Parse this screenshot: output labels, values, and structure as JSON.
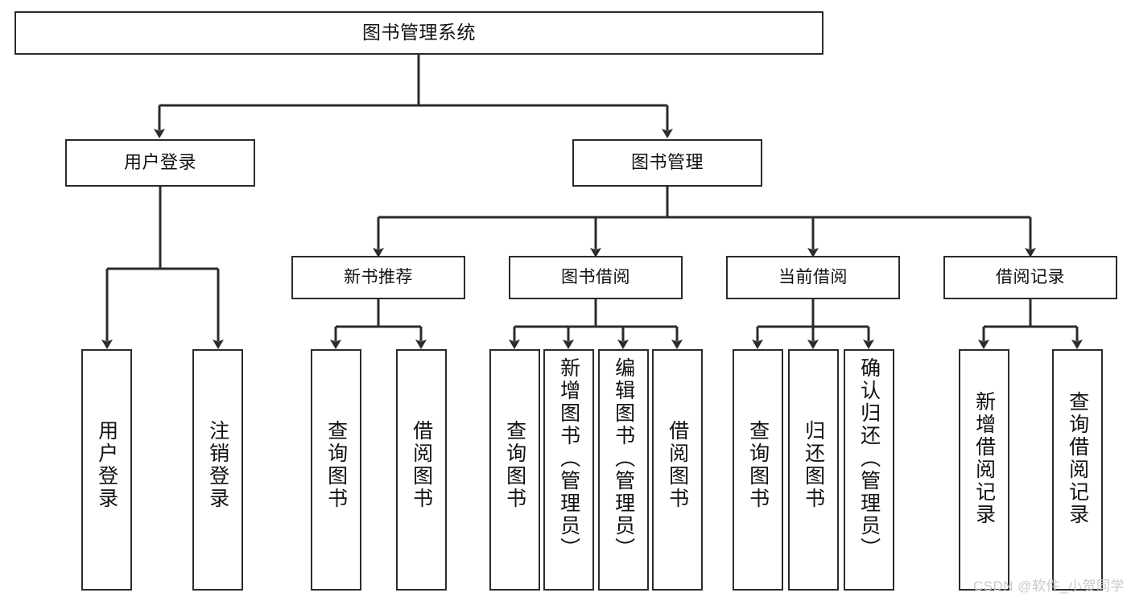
{
  "diagram": {
    "type": "tree",
    "title": "图书管理系统",
    "root": {
      "id": "root",
      "label": "图书管理系统"
    },
    "level2": [
      {
        "id": "user-login",
        "label": "用户登录"
      },
      {
        "id": "book-manage",
        "label": "图书管理"
      }
    ],
    "level3": [
      {
        "id": "new-book-recommend",
        "label": "新书推荐",
        "parent": "book-manage"
      },
      {
        "id": "book-borrow",
        "label": "图书借阅",
        "parent": "book-manage"
      },
      {
        "id": "current-borrow",
        "label": "当前借阅",
        "parent": "book-manage"
      },
      {
        "id": "borrow-record",
        "label": "借阅记录",
        "parent": "book-manage"
      }
    ],
    "leaves": [
      {
        "id": "leaf-user-login",
        "label": "用户登录",
        "parent": "user-login"
      },
      {
        "id": "leaf-user-logout",
        "label": "注销登录",
        "parent": "user-login"
      },
      {
        "id": "leaf-query-book-1",
        "label": "查询图书",
        "parent": "new-book-recommend"
      },
      {
        "id": "leaf-borrow-book-1",
        "label": "借阅图书",
        "parent": "new-book-recommend"
      },
      {
        "id": "leaf-query-book-2",
        "label": "查询图书",
        "parent": "book-borrow"
      },
      {
        "id": "leaf-add-book",
        "label": "新增图书（管理员）",
        "parent": "book-borrow"
      },
      {
        "id": "leaf-edit-book",
        "label": "编辑图书（管理员）",
        "parent": "book-borrow"
      },
      {
        "id": "leaf-borrow-book-2",
        "label": "借阅图书",
        "parent": "book-borrow"
      },
      {
        "id": "leaf-query-book-3",
        "label": "查询图书",
        "parent": "current-borrow"
      },
      {
        "id": "leaf-return-book",
        "label": "归还图书",
        "parent": "current-borrow"
      },
      {
        "id": "leaf-confirm-return",
        "label": "确认归还（管理员）",
        "parent": "current-borrow"
      },
      {
        "id": "leaf-add-record",
        "label": "新增借阅记录",
        "parent": "borrow-record"
      },
      {
        "id": "leaf-query-record",
        "label": "查询借阅记录",
        "parent": "borrow-record"
      }
    ],
    "colors": {
      "box_border": "#2b2b2b",
      "box_fill": "#ffffff",
      "edge": "#2b2b2b",
      "text": "#111111",
      "watermark": "#c9c9c9",
      "background": "#ffffff"
    }
  },
  "watermark": {
    "text": "CSDN @软件_小贺同学"
  }
}
